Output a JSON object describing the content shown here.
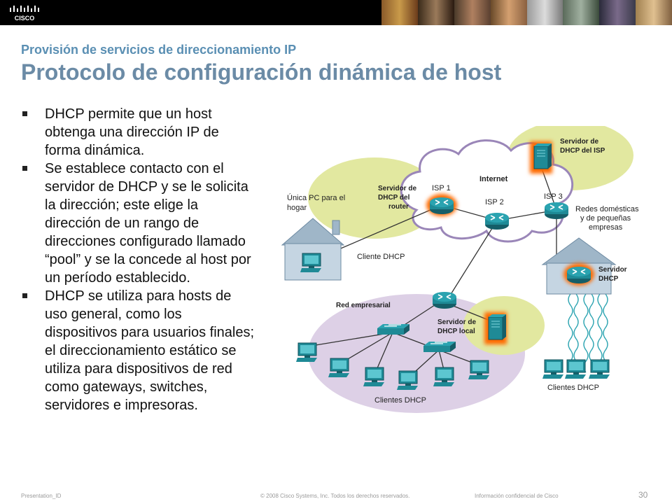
{
  "header": {
    "logo_text": "CISCO",
    "subtitle": "Provisión de servicios de direccionamiento IP",
    "title": "Protocolo de configuración dinámica de host"
  },
  "bullets": [
    "DHCP permite que un host obtenga una dirección IP de forma dinámica.",
    "Se establece contacto con el servidor de DHCP y se le solicita la dirección; este elige la dirección de un rango de direcciones configurado llamado “pool” y se la concede al host por un período establecido.",
    "DHCP se utiliza para hosts de uso general, como los dispositivos para usuarios finales; el direccionamiento estático se utiliza para dispositivos de red como gateways, switches, servidores e impresoras."
  ],
  "diagram": {
    "internet": "Internet",
    "isp1": "ISP 1",
    "isp2": "ISP 2",
    "isp3": "ISP 3",
    "router_server_1": "Servidor de",
    "router_server_2": "DHCP del",
    "router_server_3": "router",
    "isp_server_1": "Servidor de",
    "isp_server_2": "DHCP del ISP",
    "single_pc_1": "Única PC para el",
    "single_pc_2": "hogar",
    "dhcp_client": "Cliente DHCP",
    "home_nets_1": "Redes domésticas",
    "home_nets_2": "y de pequeñas",
    "home_nets_3": "empresas",
    "home_server_1": "Servidor",
    "home_server_2": "DHCP",
    "enterprise": "Red empresarial",
    "local_server_1": "Servidor de",
    "local_server_2": "DHCP local",
    "clients_left": "Clientes DHCP",
    "clients_right": "Clientes DHCP"
  },
  "footer": {
    "left": "Presentation_ID",
    "center": "© 2008 Cisco Systems, Inc. Todos los derechos reservados.",
    "right": "Información confidencial de Cisco",
    "page": "30"
  },
  "colors": {
    "title": "#6b8ba6",
    "subtitle": "#5a8fb3",
    "cloud_yellow": "#e2e8a0",
    "cloud_purple": "#ddd0e6",
    "device_teal": "#1f8a96"
  }
}
